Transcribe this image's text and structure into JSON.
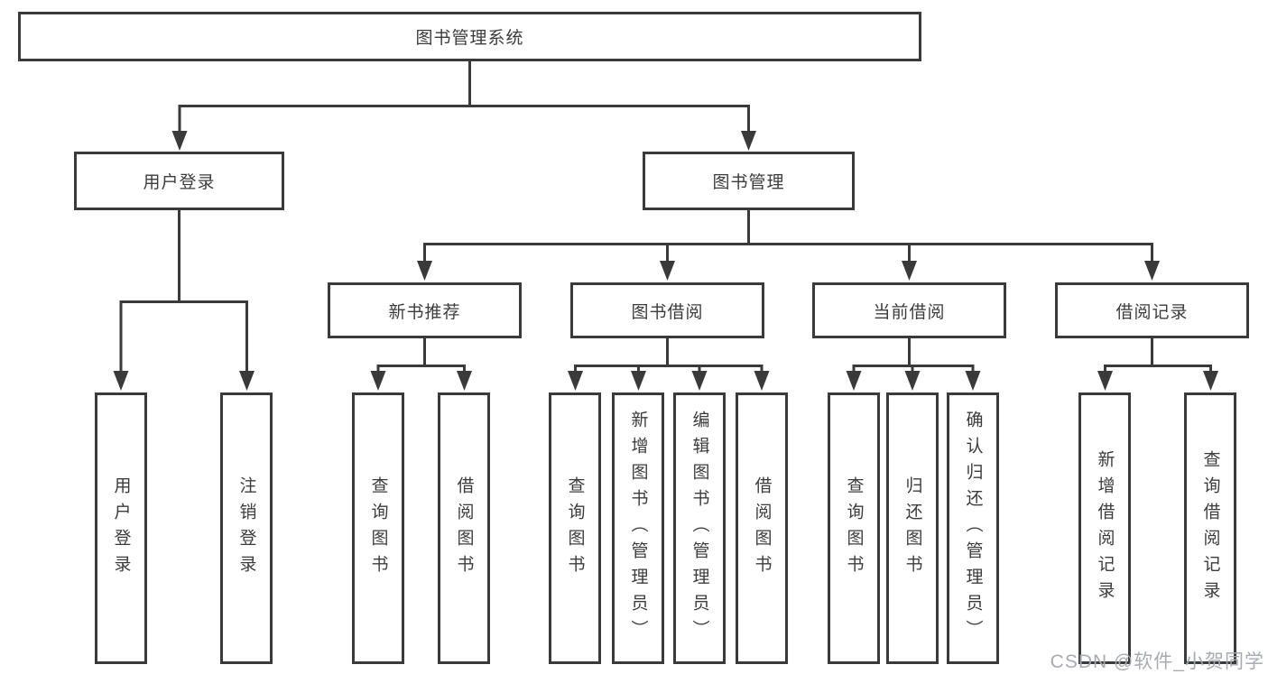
{
  "nodes": {
    "root": {
      "label": "图书管理系统"
    },
    "user_login": {
      "label": "用户登录"
    },
    "book_mgmt": {
      "label": "图书管理"
    },
    "new_book_rec": {
      "label": "新书推荐"
    },
    "book_borrow": {
      "label": "图书借阅"
    },
    "current_borrow": {
      "label": "当前借阅"
    },
    "borrow_record": {
      "label": "借阅记录"
    },
    "leaf_user_login": {
      "label": "用户登录"
    },
    "leaf_logout": {
      "label": "注销登录"
    },
    "leaf_rec_query": {
      "label": "查询图书"
    },
    "leaf_rec_borrow": {
      "label": "借阅图书"
    },
    "leaf_bb_query": {
      "label": "查询图书"
    },
    "leaf_bb_add": {
      "label": "新增图书（管理员）"
    },
    "leaf_bb_edit": {
      "label": "编辑图书（管理员）"
    },
    "leaf_bb_borrow": {
      "label": "借阅图书"
    },
    "leaf_cb_query": {
      "label": "查询图书"
    },
    "leaf_cb_return": {
      "label": "归还图书"
    },
    "leaf_cb_confirm": {
      "label": "确认归还（管理员）"
    },
    "leaf_br_add": {
      "label": "新增借阅记录"
    },
    "leaf_br_query": {
      "label": "查询借阅记录"
    }
  },
  "watermark": {
    "text": "CSDN @软件_小贺同学"
  },
  "colors": {
    "line": "#3a3a3a",
    "text": "#3c3c3c",
    "watermark": "#a2a8ae",
    "background": "#ffffff"
  }
}
